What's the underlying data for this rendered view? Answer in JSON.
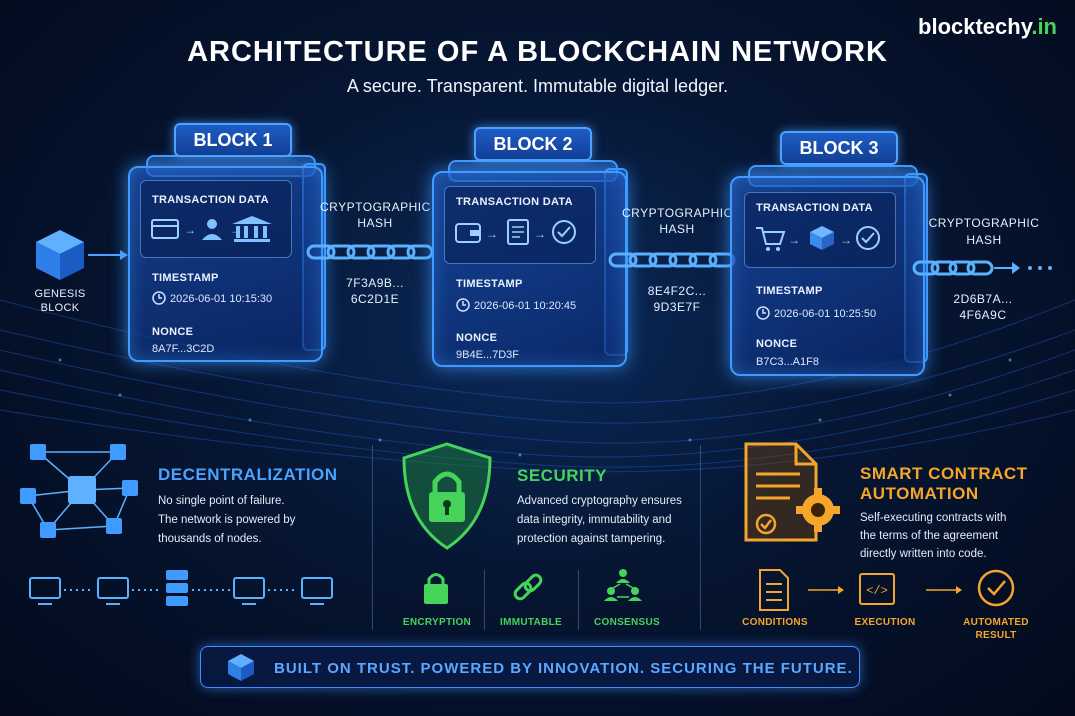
{
  "brand": {
    "name": "blocktechy",
    "tld": ".in"
  },
  "title": "ARCHITECTURE OF A BLOCKCHAIN NETWORK",
  "subtitle": "A secure. Transparent. Immutable digital ledger.",
  "genesis": {
    "line1": "GENESIS",
    "line2": "BLOCK"
  },
  "blocks": [
    {
      "name": "BLOCK 1",
      "tx_label": "TRANSACTION DATA",
      "ts_label": "TIMESTAMP",
      "timestamp": "2026-06-01 10:15:30",
      "nonce_label": "NONCE",
      "nonce": "8A7F...3C2D"
    },
    {
      "name": "BLOCK 2",
      "tx_label": "TRANSACTION DATA",
      "ts_label": "TIMESTAMP",
      "timestamp": "2026-06-01 10:20:45",
      "nonce_label": "NONCE",
      "nonce": "9B4E...7D3F"
    },
    {
      "name": "BLOCK 3",
      "tx_label": "TRANSACTION DATA",
      "ts_label": "TIMESTAMP",
      "timestamp": "2026-06-01 10:25:50",
      "nonce_label": "NONCE",
      "nonce": "B7C3...A1F8"
    }
  ],
  "hashes": [
    {
      "line1": "CRYPTOGRAPHIC",
      "line2": "HASH",
      "v1": "7F3A9B...",
      "v2": "6C2D1E"
    },
    {
      "line1": "CRYPTOGRAPHIC",
      "line2": "HASH",
      "v1": "8E4F2C...",
      "v2": "9D3E7F"
    },
    {
      "line1": "CRYPTOGRAPHIC",
      "line2": "HASH",
      "v1": "2D6B7A...",
      "v2": "4F6A9C"
    }
  ],
  "features": {
    "decentral": {
      "title": "DECENTRALIZATION",
      "lines": [
        "No single point of failure.",
        "The network is powered by",
        "thousands of nodes."
      ]
    },
    "security": {
      "title": "SECURITY",
      "lines": [
        "Advanced cryptography ensures",
        "data integrity, immutability and",
        "protection against tampering."
      ],
      "items": [
        "ENCRYPTION",
        "IMMUTABLE",
        "CONSENSUS"
      ]
    },
    "smart": {
      "title1": "SMART CONTRACT",
      "title2": "AUTOMATION",
      "lines": [
        "Self-executing contracts with",
        "the terms of the agreement",
        "directly written into code."
      ],
      "items": [
        "CONDITIONS",
        "EXECUTION"
      ],
      "result1": "AUTOMATED",
      "result2": "RESULT"
    }
  },
  "footer": "BUILT ON TRUST. POWERED BY INNOVATION. SECURING THE FUTURE.",
  "colors": {
    "accent": "#3f9bff",
    "security": "#46d35a",
    "smart": "#f4a52a",
    "brand_tld": "#46d35a"
  },
  "icons": [
    "cube-icon",
    "card-icon",
    "person-icon",
    "bank-icon",
    "wallet-icon",
    "document-icon",
    "check-circle-icon",
    "cart-icon",
    "clock-icon",
    "shield-lock-icon",
    "padlock-icon",
    "link-icon",
    "people-network-icon",
    "contract-gear-icon",
    "checklist-icon",
    "code-icon",
    "computer-icon",
    "server-icon"
  ]
}
